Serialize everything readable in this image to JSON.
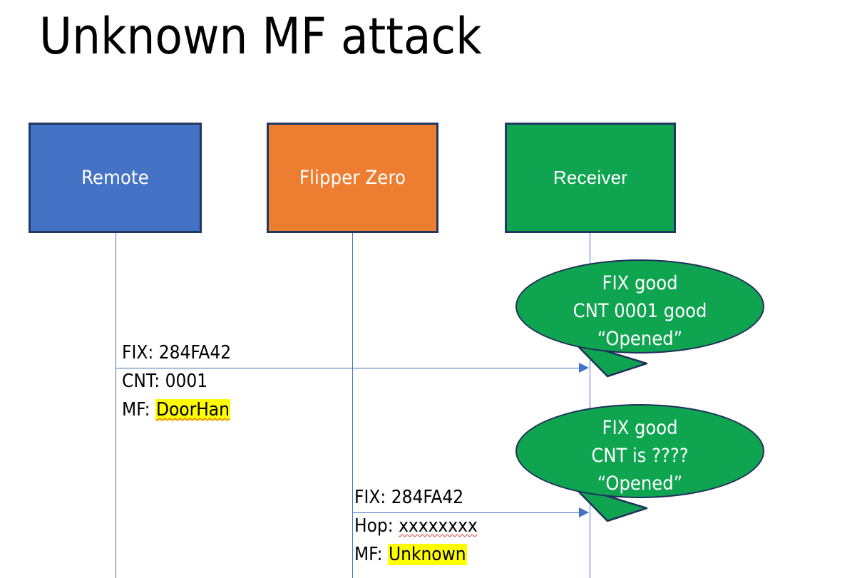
{
  "slide": {
    "title": "Unknown MF attack",
    "background": "#FFFFFF"
  },
  "colors": {
    "remote_fill": "#4472C4",
    "flipper_fill": "#ED7D31",
    "receiver_fill": "#0FA44F",
    "box_border": "#1F3864",
    "lifeline": "#4472C4",
    "arrow": "#4472C4",
    "highlight": "#FFFF00",
    "spellcheck_underline": "#E03030",
    "bubble_fill": "#0FA44F",
    "bubble_border": "#1F2F5C",
    "text_dark": "#000000",
    "text_light": "#FFFFFF"
  },
  "actors": [
    {
      "id": "remote",
      "label": "Remote"
    },
    {
      "id": "flipper",
      "label": "Flipper Zero"
    },
    {
      "id": "receiver",
      "label": "Receiver"
    }
  ],
  "messages": [
    {
      "id": "msg-remote-to-receiver",
      "from": "remote",
      "to": "receiver",
      "lines": [
        {
          "label": "FIX:",
          "value": "284FA42",
          "highlight": false,
          "spellcheck_error": false
        },
        {
          "label": "CNT:",
          "value": "0001",
          "highlight": false,
          "spellcheck_error": false
        },
        {
          "label": "MF:",
          "value": "DoorHan",
          "highlight": true,
          "spellcheck_error": true
        }
      ]
    },
    {
      "id": "msg-flipper-to-receiver",
      "from": "flipper",
      "to": "receiver",
      "lines": [
        {
          "label": "FIX:",
          "value": "284FA42",
          "highlight": false,
          "spellcheck_error": false
        },
        {
          "label": "Hop:",
          "value": "xxxxxxxx",
          "highlight": false,
          "spellcheck_error": true
        },
        {
          "label": "MF:",
          "value": "Unknown",
          "highlight": true,
          "spellcheck_error": false
        }
      ]
    }
  ],
  "bubbles": [
    {
      "id": "bubble-first-response",
      "lines": [
        "FIX good",
        "CNT 0001 good",
        "“Opened”"
      ]
    },
    {
      "id": "bubble-second-response",
      "lines": [
        "FIX good",
        "CNT is ????",
        "“Opened”"
      ]
    }
  ]
}
